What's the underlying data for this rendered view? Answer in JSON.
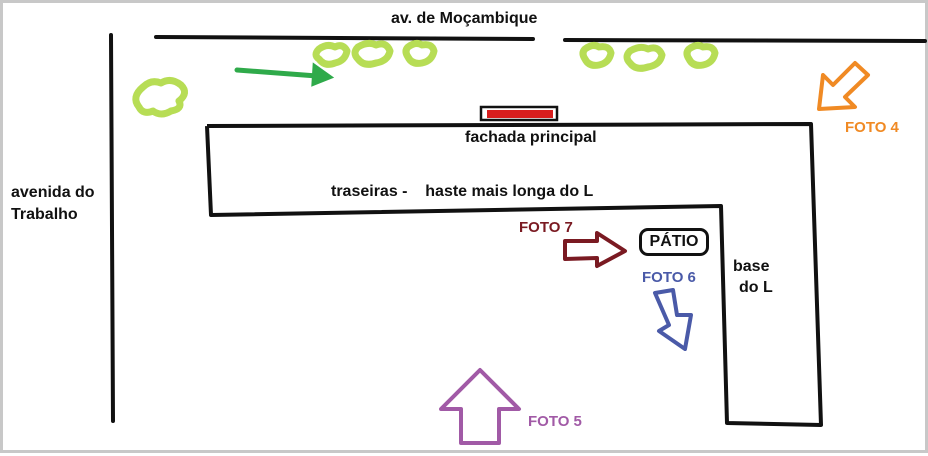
{
  "labels": {
    "street_top": "av. de Moçambique",
    "street_left_line1": "avenida do",
    "street_left_line2": "Trabalho",
    "fachada": "fachada principal",
    "traseiras": "traseiras -    haste mais longa do L",
    "base_line1": "base",
    "base_line2": "do L",
    "patio": "PÁTIO"
  },
  "photos": [
    {
      "id": "foto4",
      "label": "FOTO 4",
      "color": "#f08a24"
    },
    {
      "id": "foto5",
      "label": "FOTO 5",
      "color": "#a15aa6"
    },
    {
      "id": "foto6",
      "label": "FOTO 6",
      "color": "#4a5aa8"
    },
    {
      "id": "foto7",
      "label": "FOTO 7",
      "color": "#7a1a22"
    }
  ],
  "colors": {
    "lines": "#111111",
    "trees": "#b7dd55",
    "arrow_green": "#2faa4a",
    "entrance_red": "#d81e1e"
  }
}
